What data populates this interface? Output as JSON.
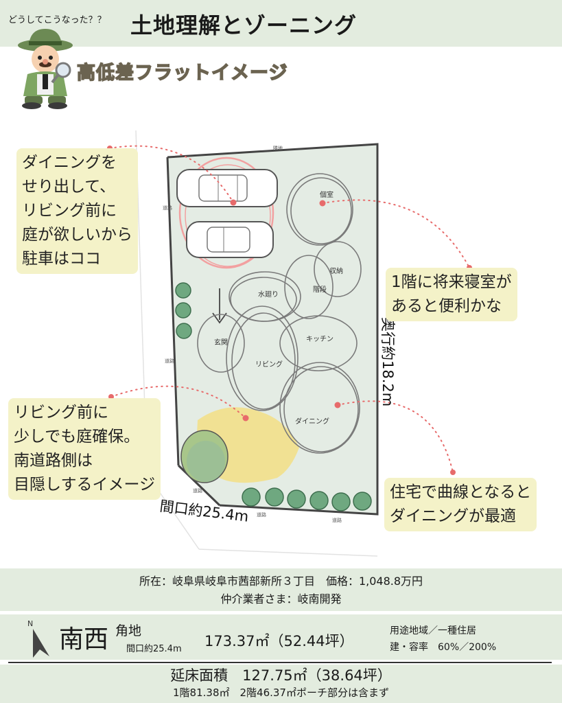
{
  "header": {
    "subtitle": "どうしてこうなった？？",
    "title": "土地理解とゾーニング"
  },
  "page_subtitle": "高低差フラットイメージ",
  "plan": {
    "rooms": {
      "bedroom": "個室",
      "storage": "収納",
      "stairs": "階段",
      "water": "水廻り",
      "kitchen": "キッチン",
      "entrance": "玄関",
      "living": "リビング",
      "dining": "ダイニング"
    },
    "edge_labels": {
      "top": "隣地",
      "left_upper": "道路",
      "left_lower": "道路",
      "corner": "道路",
      "bottom_left": "道路",
      "bottom_right": "道路"
    },
    "depth": "奥行約18.2m",
    "frontage": "間口約25.4m"
  },
  "callouts": {
    "parking": [
      "ダイニングを",
      "せり出して、",
      "リビング前に",
      "庭が欲しいから",
      "駐車はココ"
    ],
    "bedroom": [
      "1階に将来寝室が",
      "あると便利かな"
    ],
    "garden": [
      "リビング前に",
      "少しでも庭確保。",
      "南道路側は",
      "目隠しするイメージ"
    ],
    "dining": [
      "住宅で曲線となると",
      "ダイニングが最適"
    ]
  },
  "info": {
    "address": "所在：岐阜県岐阜市茜部新所３丁目　価格：1,048.8万円",
    "broker": "仲介業者さま：岐南開発",
    "north": "N",
    "direction_big": "南西",
    "direction_small": "角地",
    "frontage": "間口約25.4m",
    "area": "173.37㎡（52.44坪）",
    "zoning": "用途地域／一種住居",
    "ratio": "建・容率　60%／200%",
    "floor_area": "延床面積　127.75㎡（38.64坪）",
    "floor_detail": "1階81.38㎡　2階46.37㎡ポーチ部分は含まず"
  },
  "colors": {
    "band": "#e3ecdf",
    "lot": "#e4ece4",
    "callout": "#f4f2c8",
    "accent": "#e76b6b",
    "garden": "#f2e08a",
    "tree": "#6fa880"
  }
}
